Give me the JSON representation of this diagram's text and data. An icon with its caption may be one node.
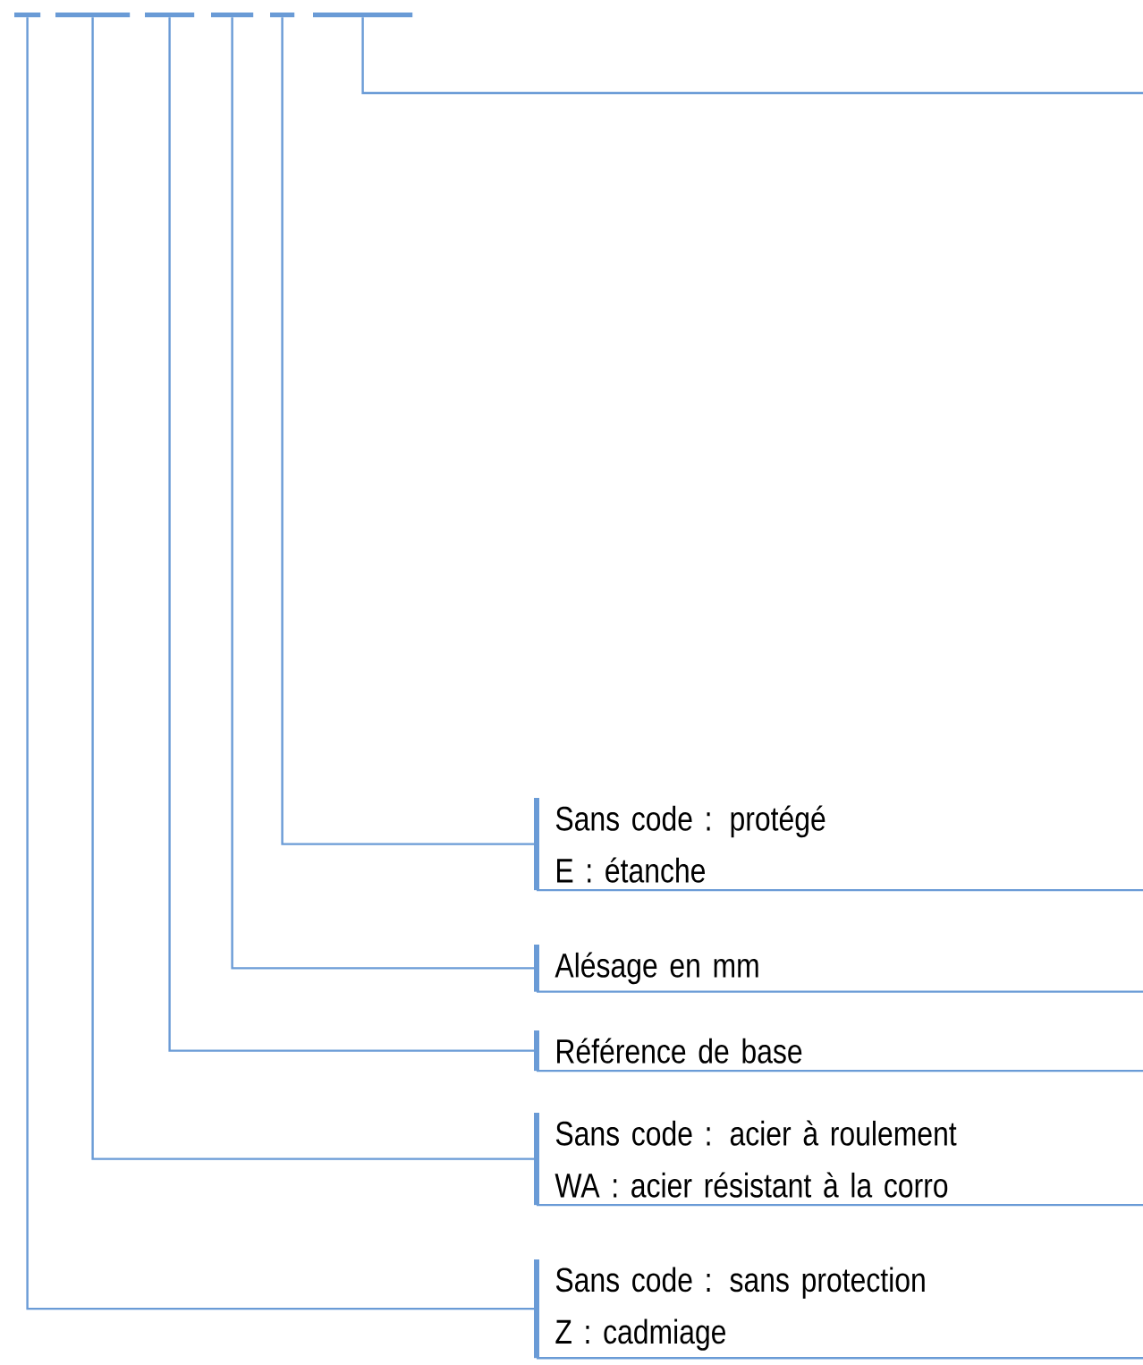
{
  "diagram": {
    "nodes": [
      {
        "text": [],
        "shape": "bar"
      },
      {
        "text": [],
        "shape": "bar"
      },
      {
        "text": [],
        "shape": "bar"
      },
      {
        "text": [],
        "shape": "bar"
      },
      {
        "text": [],
        "shape": "bar"
      },
      {
        "text": [],
        "shape": "bar"
      },
      {
        "text": [
          "Sans code : protégé",
          "E : étanche"
        ]
      },
      {
        "text": [
          "Alésage en mm"
        ]
      },
      {
        "text": [
          "Référence de base"
        ]
      },
      {
        "text": [
          "Sans code : acier à roulement",
          "WA : acier résistant à la corro"
        ]
      },
      {
        "text": [
          "Sans code : sans protection",
          "Z : cadmiage"
        ]
      }
    ],
    "edges": [
      {
        "from": 5,
        "to": null,
        "arrow": "none"
      },
      {
        "from": 4,
        "to": 6,
        "arrow": "none"
      },
      {
        "from": 3,
        "to": 7,
        "arrow": "none"
      },
      {
        "from": 2,
        "to": 8,
        "arrow": "none"
      },
      {
        "from": 1,
        "to": 9,
        "arrow": "none"
      },
      {
        "from": 0,
        "to": 10,
        "arrow": "none"
      }
    ]
  }
}
